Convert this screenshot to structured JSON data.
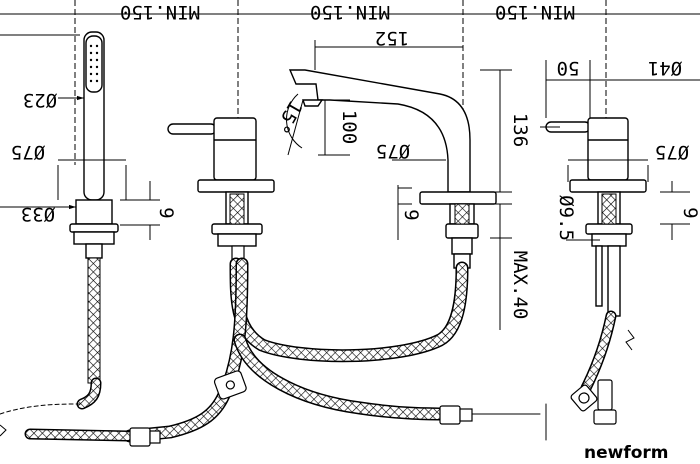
{
  "brand": "newform",
  "dimensions": {
    "top_spacing_1": "MIN.150",
    "top_spacing_2": "MIN.150",
    "top_spacing_3": "MIN.150",
    "spout_length": "152",
    "lever_offset": "50",
    "mixer_diameter": "Ø41",
    "handshower_diameter": "Ø23",
    "escutcheon_left": "Ø75",
    "escutcheon_center": "Ø75",
    "escutcheon_right": "Ø75",
    "flange_diameter": "Ø33",
    "base_height_left": "9",
    "base_height_center": "9",
    "base_height_right": "9",
    "spout_height": "100",
    "total_height": "136",
    "spout_angle": "15°",
    "hole_diameter": "Ø9.5",
    "max_deck": "MAX.40"
  }
}
